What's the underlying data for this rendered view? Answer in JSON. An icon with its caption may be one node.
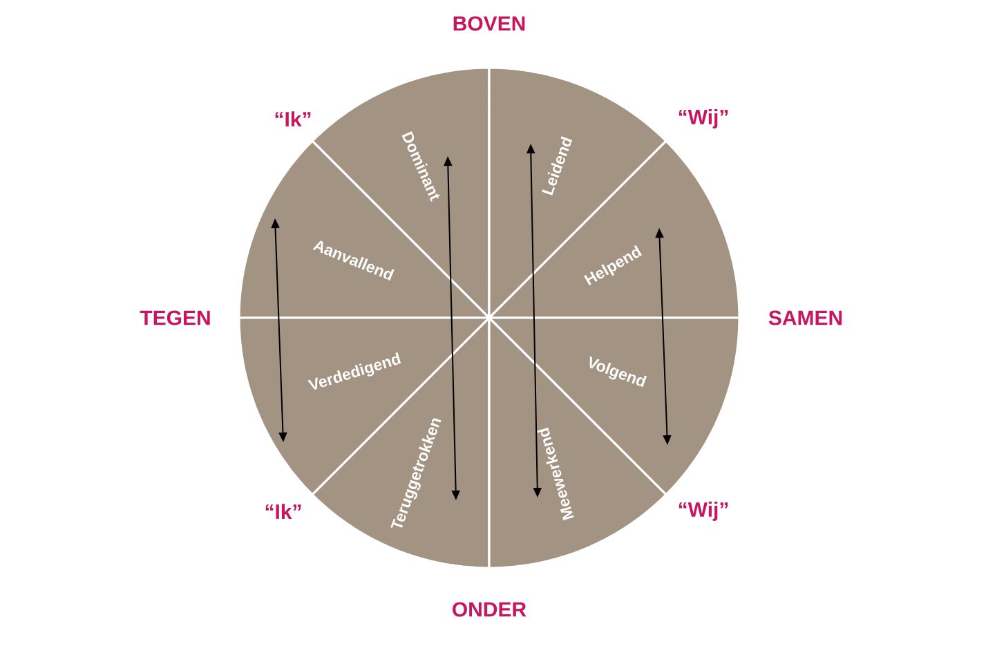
{
  "diagram": {
    "nodes": [
      {
        "text": [
          "Dominant"
        ]
      },
      {
        "text": [
          "Leidend"
        ]
      },
      {
        "text": [
          "Aanvallend"
        ]
      },
      {
        "text": [
          "Helpend"
        ]
      },
      {
        "text": [
          "Verdedigend"
        ]
      },
      {
        "text": [
          "Volgend"
        ]
      },
      {
        "text": [
          "Teruggetrokken"
        ]
      },
      {
        "text": [
          "Meewerkend"
        ]
      }
    ],
    "edges": [
      {
        "from": 2,
        "to": 4,
        "arrow": "both"
      },
      {
        "from": 0,
        "to": 6,
        "arrow": "both"
      },
      {
        "from": 1,
        "to": 7,
        "arrow": "both"
      },
      {
        "from": 3,
        "to": 5,
        "arrow": "both"
      }
    ],
    "labels": [
      "BOVEN",
      "“Ik”",
      "“Wij”",
      "TEGEN",
      "SAMEN",
      "“Ik”",
      "“Wij”",
      "ONDER"
    ]
  }
}
